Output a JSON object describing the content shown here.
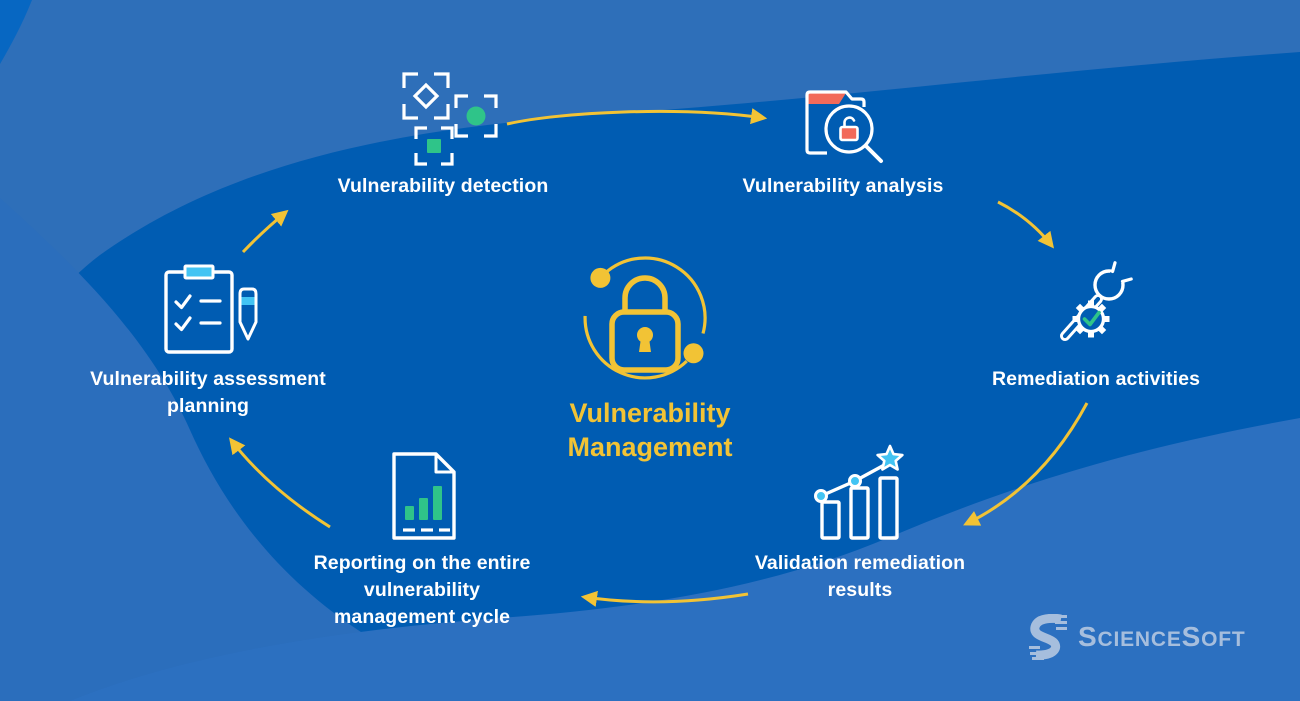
{
  "title": {
    "lines": [
      "Vulnerability",
      "Management"
    ]
  },
  "stages": {
    "detection": {
      "label": "Vulnerability detection"
    },
    "analysis": {
      "label": "Vulnerability analysis"
    },
    "remediation": {
      "label": "Remediation activities"
    },
    "validation": {
      "lines": [
        "Validation remediation",
        "results"
      ]
    },
    "reporting": {
      "lines": [
        "Reporting on the entire",
        "vulnerability",
        "management cycle"
      ]
    },
    "planning": {
      "lines": [
        "Vulnerability assessment",
        "planning"
      ]
    }
  },
  "logo": {
    "name": "ScienceSoft",
    "seg1": "S",
    "seg2": "CIENCE",
    "seg3": "S",
    "seg4": "OFT"
  },
  "colors": {
    "background_base": "#005CB2",
    "background_light_band": "#2E6FB9",
    "background_bottom_band": "#2C70C0",
    "accent_yellow": "#F2C335",
    "accent_green": "#2FC489",
    "accent_coral": "#F26A5A",
    "accent_cyan": "#42C4F3",
    "label_text": "#FFFFFF",
    "logo_color": "#A6BEDD"
  }
}
